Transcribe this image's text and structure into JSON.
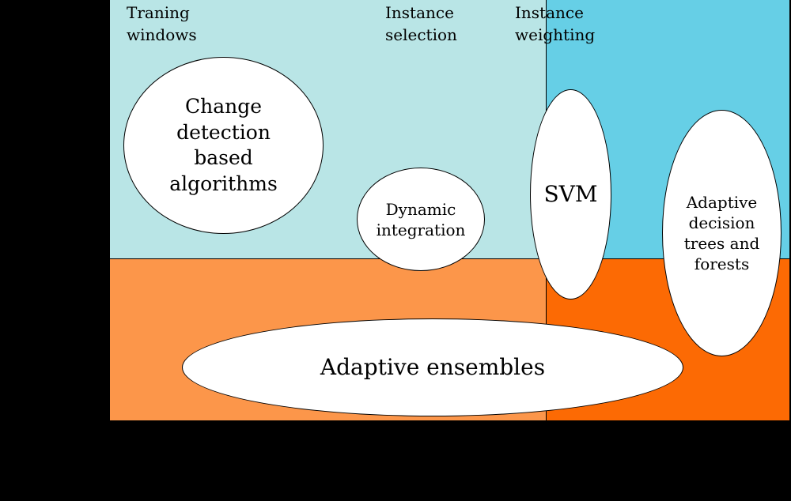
{
  "colors": {
    "background": "#000000",
    "top_left_region": "#b9e5e6",
    "top_right_region": "#66cfe6",
    "bottom_left_region": "#fc964a",
    "bottom_right_region": "#fc6a04",
    "ellipse_fill": "#ffffff",
    "border": "#000000"
  },
  "column_headers": {
    "training_windows": "Traning\nwindows",
    "instance_selection": "Instance\nselection",
    "instance_weighting": "Instance\nweighting"
  },
  "ellipses": {
    "change_detection": "Change\ndetection\nbased\nalgorithms",
    "dynamic_integration": "Dynamic\nintegration",
    "svm": "SVM",
    "adaptive_trees": "Adaptive\ndecision\ntrees and\nforests",
    "adaptive_ensembles": "Adaptive ensembles"
  }
}
